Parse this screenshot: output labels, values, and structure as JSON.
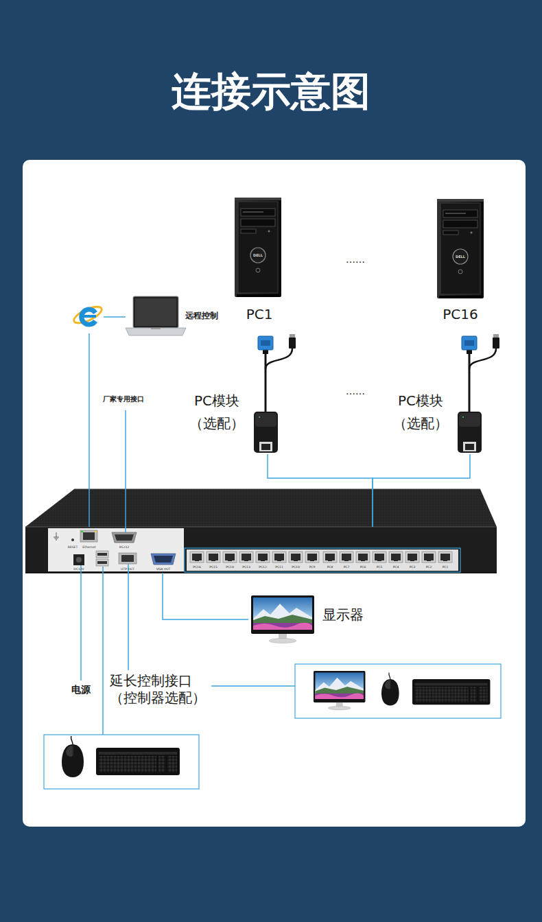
{
  "diagram": {
    "title": "连接示意图",
    "nodes": [
      {
        "text": [
          "PC1"
        ]
      },
      {
        "text": [
          "PC16"
        ]
      },
      {
        "text": [
          "远程控制"
        ]
      },
      {
        "text": [
          "PC模块 （选配）"
        ]
      },
      {
        "text": [
          "PC模块 （选配）"
        ]
      },
      {
        "text": [
          "RESET",
          "Ethernet",
          "RS232",
          "DC12V",
          "UTP OUT",
          "VGA OUT",
          "PC16",
          "PC15",
          "PC14",
          "PC13",
          "PC12",
          "PC11",
          "PC10",
          "PC9",
          "PC8",
          "PC7",
          "PC6",
          "PC5",
          "PC4",
          "PC3",
          "PC2",
          "PC1"
        ]
      },
      {
        "text": [
          "显示器"
        ]
      }
    ],
    "edges": [
      {
        "from": 2,
        "to": 5,
        "arrow": "none"
      },
      {
        "from": 3,
        "to": 5,
        "arrow": "none"
      },
      {
        "from": 4,
        "to": 5,
        "arrow": "none"
      },
      {
        "from": 5,
        "to": 6,
        "arrow": "none"
      }
    ],
    "labels": [
      "DELL",
      "DELL",
      "……",
      "……",
      "厂家专用接口",
      "电源",
      "延长控制接口 （控制器选配）"
    ]
  }
}
